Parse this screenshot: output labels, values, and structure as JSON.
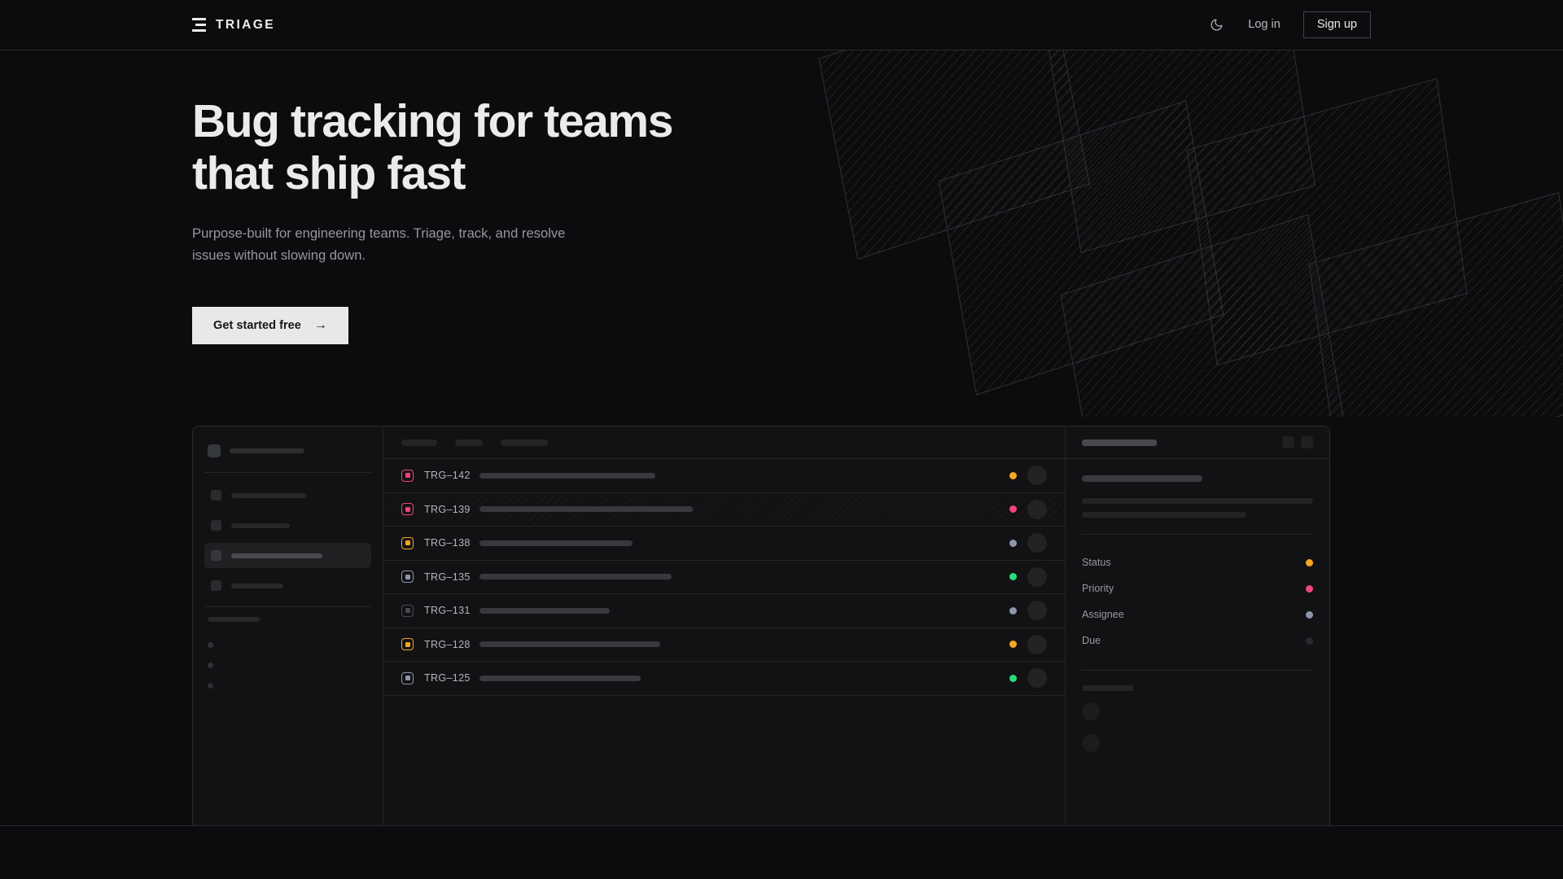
{
  "brand": {
    "name": "TRIAGE",
    "mark_icon": "stacked-bars-icon"
  },
  "nav": {
    "theme_toggle_icon": "moon-icon",
    "login_label": "Log in",
    "signup_label": "Sign up"
  },
  "hero": {
    "headline_line1": "Bug tracking for teams",
    "headline_line2": "that ship fast",
    "subhead": "Purpose-built for engineering teams. Triage, track, and resolve issues without slowing down.",
    "cta_label": "Get started free",
    "cta_arrow": "→"
  },
  "app": {
    "sidebar": {
      "workspace_label": "",
      "nav_items": [
        {
          "label": "",
          "active": false,
          "width": 92
        },
        {
          "label": "",
          "active": false,
          "width": 72
        },
        {
          "label": "",
          "active": true,
          "width": 112
        },
        {
          "label": "",
          "active": false,
          "width": 64
        }
      ],
      "section_label_width": 64,
      "sub_items": [
        {
          "label": ""
        },
        {
          "label": ""
        },
        {
          "label": ""
        }
      ]
    },
    "list": {
      "toolbar_pills": [
        44,
        34,
        58
      ],
      "columns": [
        "id",
        "title",
        "status",
        "assignee"
      ],
      "rows": [
        {
          "id": "TRG–142",
          "badge_color": "#f2447b",
          "status_color": "#f5a524",
          "title_width": 216,
          "selected": false
        },
        {
          "id": "TRG–139",
          "badge_color": "#f2447b",
          "status_color": "#f2447b",
          "title_width": 262,
          "selected": true
        },
        {
          "id": "TRG–138",
          "badge_color": "#f5a524",
          "status_color": "#8d96ab",
          "title_width": 188,
          "selected": false
        },
        {
          "id": "TRG–135",
          "badge_color": "#8d96ab",
          "status_color": "#25e07f",
          "title_width": 236,
          "selected": false
        },
        {
          "id": "TRG–131",
          "badge_color": "#4a4a50",
          "status_color": "#8d96ab",
          "title_width": 160,
          "selected": false
        },
        {
          "id": "TRG–128",
          "badge_color": "#f5a524",
          "status_color": "#f5a524",
          "title_width": 222,
          "selected": false
        },
        {
          "id": "TRG–125",
          "badge_color": "#8d96ab",
          "status_color": "#25e07f",
          "title_width": 198,
          "selected": false
        }
      ]
    },
    "detail": {
      "header_title_width": 92,
      "header_actions": [
        "expand-icon",
        "more-icon"
      ],
      "title_width": 148,
      "description_line_widths": [
        284,
        202
      ],
      "meta": [
        {
          "label": "Status",
          "value_color": "#f5a524"
        },
        {
          "label": "Priority",
          "value_color": "#f2447b"
        },
        {
          "label": "Assignee",
          "value_color": "#8d96ab"
        },
        {
          "label": "Due",
          "value_color": "#2a2a2e"
        }
      ],
      "activity_avatars": 2
    }
  },
  "colors": {
    "background": "#0c0c0e",
    "panel": "#121214",
    "border": "#2a2a2e",
    "text_primary": "#ebebec",
    "text_muted": "#96969c",
    "cta_bg": "#e8e8e8",
    "accent_orange": "#f5a524",
    "accent_pink": "#f2447b",
    "accent_green": "#25e07f",
    "accent_slate": "#8d96ab"
  }
}
